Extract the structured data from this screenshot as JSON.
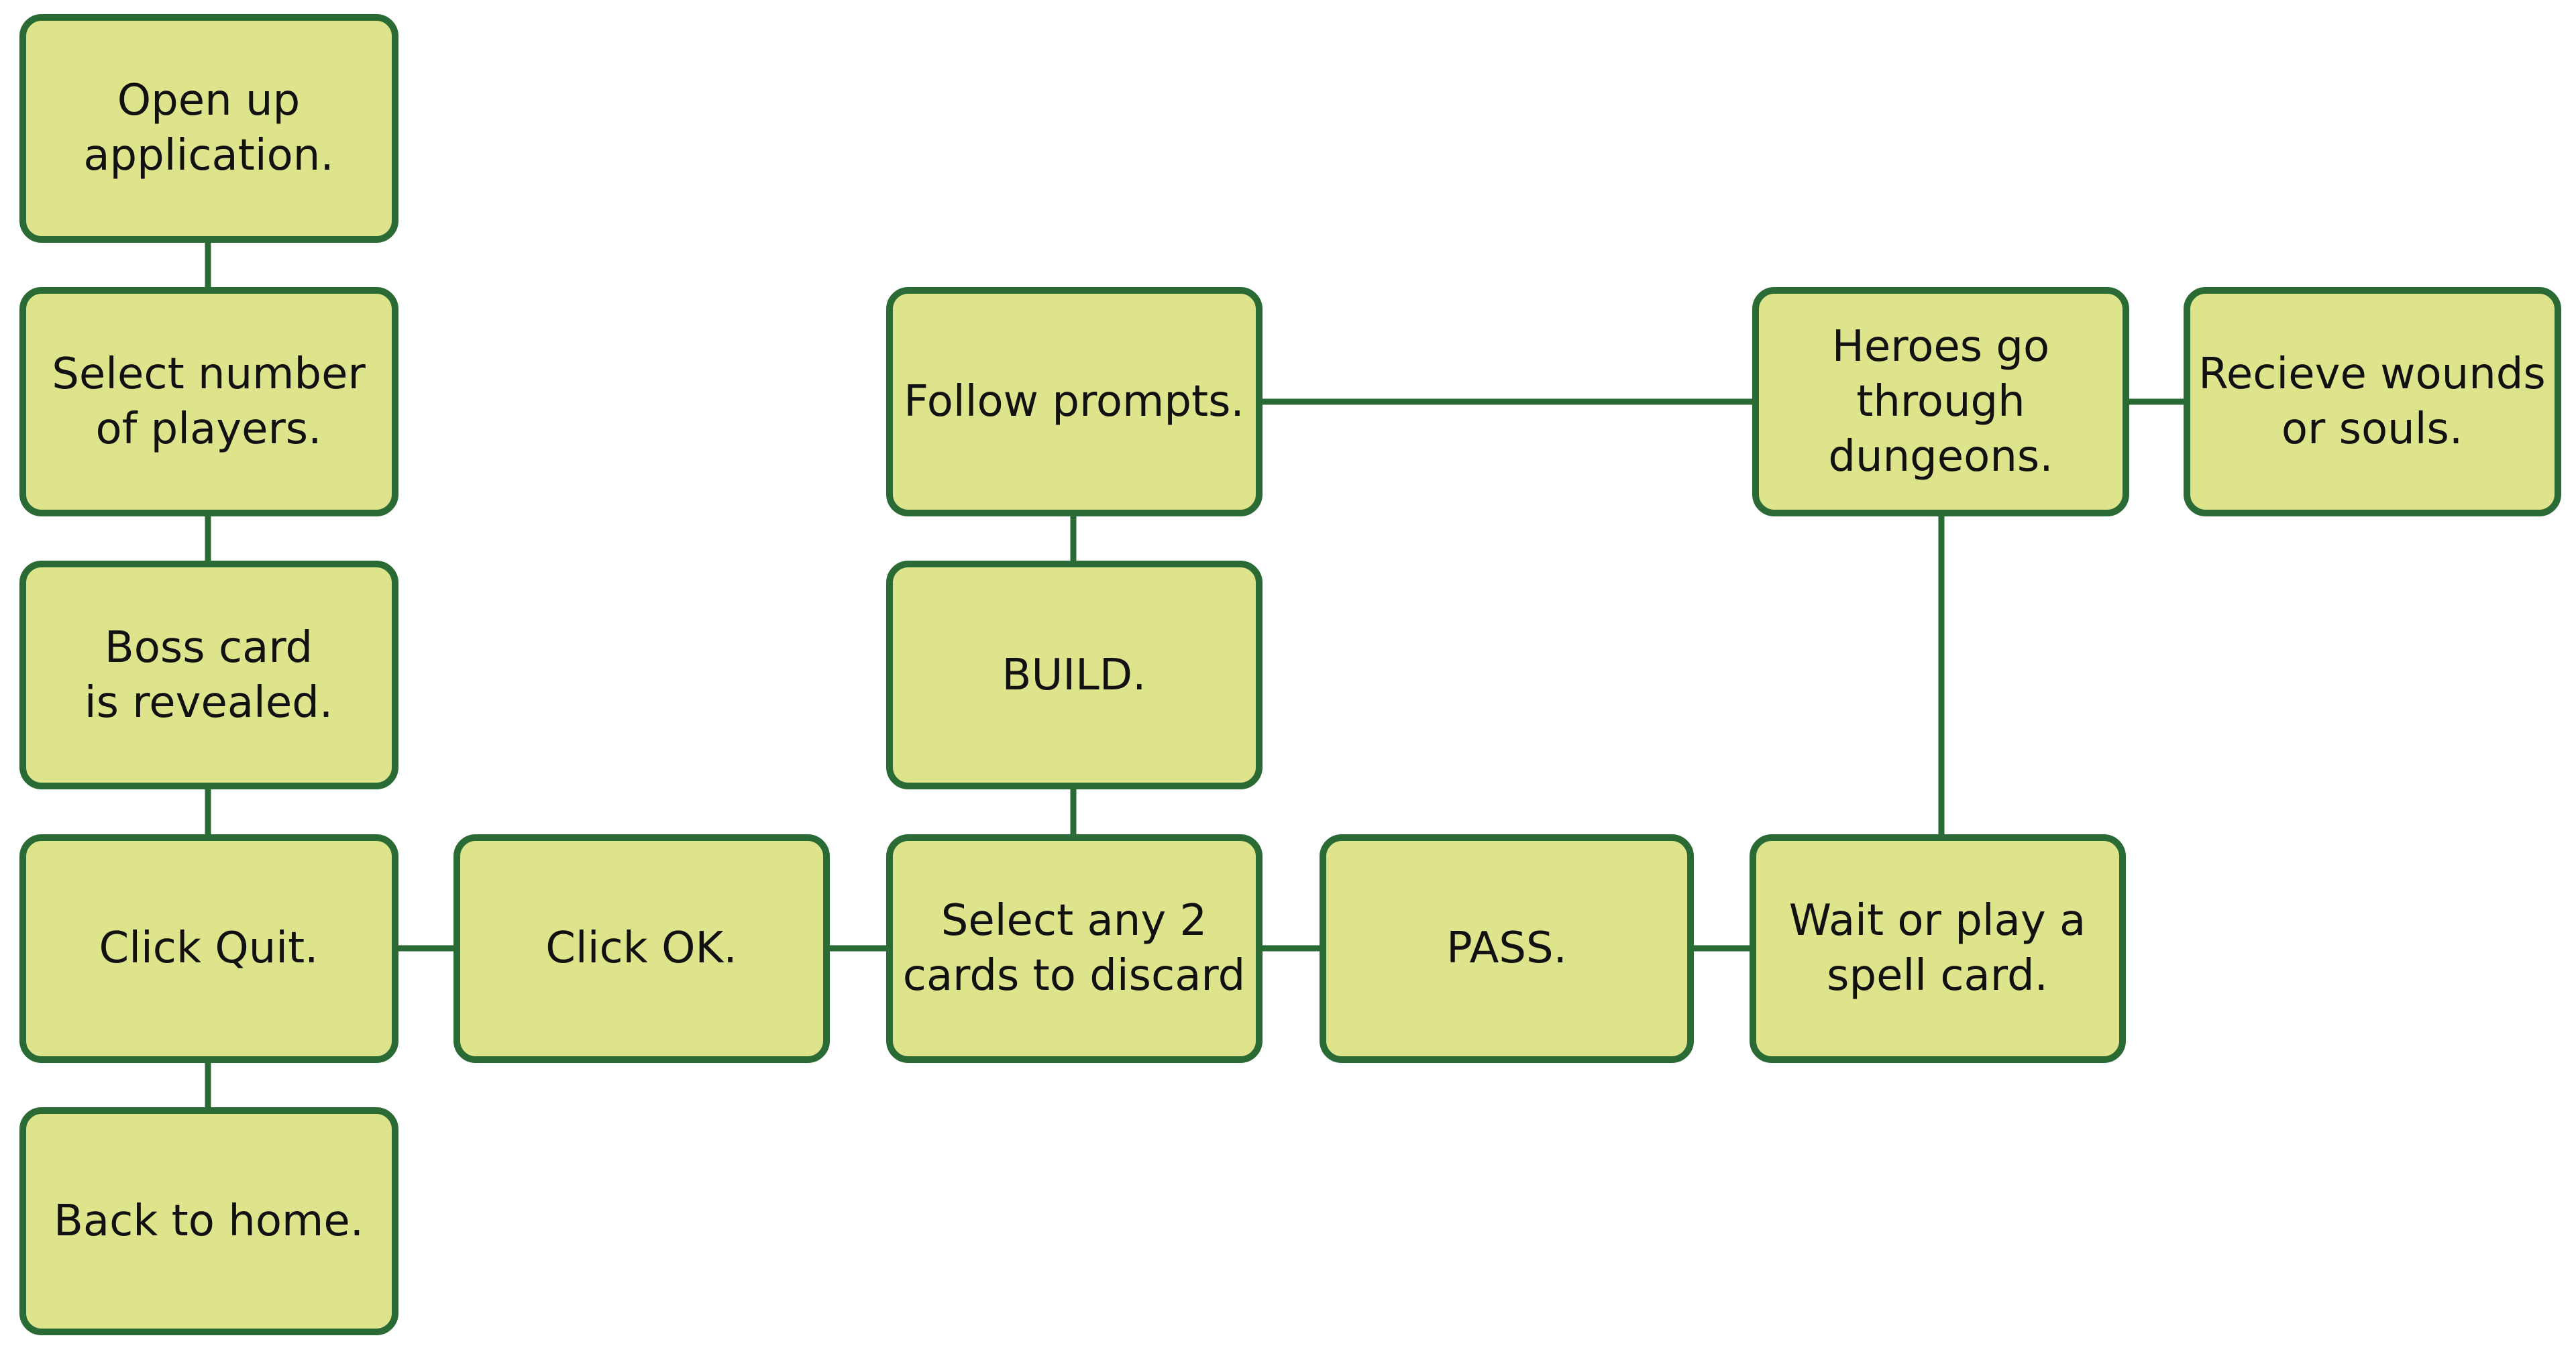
{
  "flowchart": {
    "steps": {
      "open_app": "Open up\napplication.",
      "select_players": "Select number\nof players.",
      "boss_card": "Boss card\nis revealed.",
      "click_quit": "Click Quit.",
      "back_home": "Back to home.",
      "click_ok": "Click OK.",
      "select_discard": "Select any 2\ncards to discard",
      "build": "BUILD.",
      "follow_prompts": "Follow prompts.",
      "pass": "PASS.",
      "wait_spell": "Wait or play a\nspell card.",
      "heroes_dungeons": "Heroes go\nthrough\ndungeons.",
      "receive_wounds": "Recieve wounds\nor souls."
    },
    "colors": {
      "box_fill": "#dde48c",
      "box_border": "#2a6b35",
      "connector": "#2a6b35",
      "text": "#111111"
    }
  }
}
